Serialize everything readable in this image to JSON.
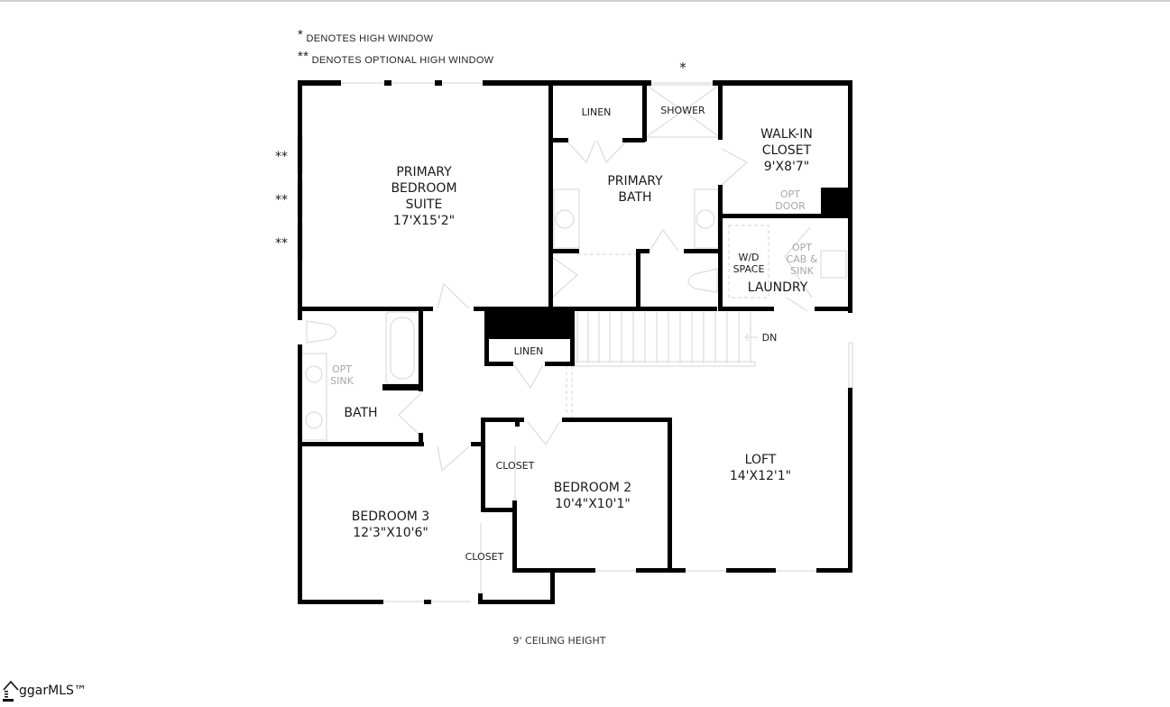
{
  "legend": {
    "single_star": "*",
    "single_star_text": "DENOTES HIGH WINDOW",
    "double_star": "**",
    "double_star_text": "DENOTES OPTIONAL  HIGH WINDOW"
  },
  "window_markers": {
    "shower_marker": "*",
    "west_markers": [
      "**",
      "**",
      "**"
    ]
  },
  "rooms": {
    "primary_bedroom": {
      "name_lines": [
        "PRIMARY",
        "BEDROOM",
        "SUITE"
      ],
      "size": "17'X15'2\""
    },
    "linen_top": {
      "name": "LINEN"
    },
    "shower": {
      "name": "SHOWER"
    },
    "primary_bath": {
      "name_lines": [
        "PRIMARY",
        "BATH"
      ]
    },
    "walk_in_closet": {
      "name_lines": [
        "WALK-IN",
        "CLOSET"
      ],
      "size": "9'X8'7\"",
      "note_lines": [
        "OPT",
        "DOOR"
      ]
    },
    "laundry": {
      "name": "LAUNDRY",
      "wd_lines": [
        "W/D",
        "SPACE"
      ],
      "opt_lines": [
        "OPT",
        "CAB &",
        "SINK"
      ]
    },
    "linen_hall": {
      "name": "LINEN"
    },
    "stairs": {
      "label": "DN"
    },
    "bath": {
      "name": "BATH",
      "opt_lines": [
        "OPT",
        "SINK"
      ]
    },
    "bedroom_2": {
      "name": "BEDROOM 2",
      "size": "10'4\"X10'1\"",
      "closet": "CLOSET"
    },
    "bedroom_3": {
      "name": "BEDROOM 3",
      "size": "12'3\"X10'6\"",
      "closet": "CLOSET"
    },
    "loft": {
      "name": "LOFT",
      "size": "14'X12'1\""
    }
  },
  "footer": {
    "ceiling_note": "9' CEILING HEIGHT",
    "logo_text": "ggarMLS™"
  },
  "colors": {
    "wall": "#000000",
    "fixture": "#dcdcdc",
    "optional_text": "#a8a8a8"
  }
}
